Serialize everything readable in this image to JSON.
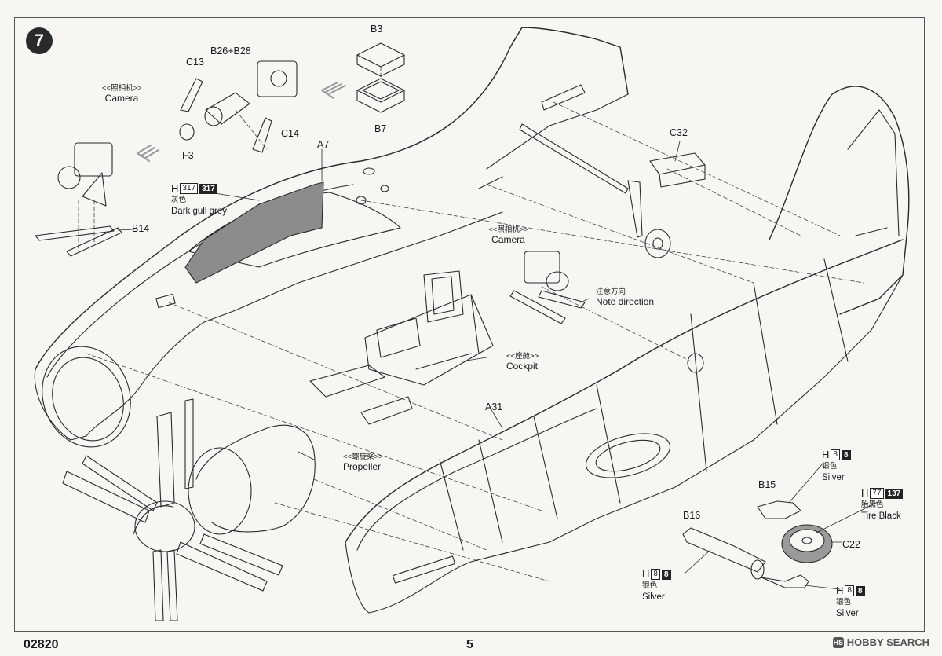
{
  "step": "7",
  "page_number": "5",
  "kit_number": "02820",
  "watermark": "HOBBY SEARCH",
  "parts": {
    "B3": "B3",
    "B7": "B7",
    "B26_B28": "B26+B28",
    "C13": "C13",
    "C14": "C14",
    "F3": "F3",
    "A7": "A7",
    "B14": "B14",
    "C32": "C32",
    "A31": "A31",
    "B15": "B15",
    "B16": "B16",
    "C22": "C22"
  },
  "callouts": {
    "camera_top": {
      "zh": "<<照相机>>",
      "en": "Camera"
    },
    "camera_mid": {
      "zh": "<<照相机>>",
      "en": "Camera"
    },
    "note_direction": {
      "zh": "注意方向",
      "en": "Note direction"
    },
    "cockpit": {
      "zh": "<<座舱>>",
      "en": "Cockpit"
    },
    "propeller": {
      "zh": "<<螺旋桨>>",
      "en": "Propeller"
    }
  },
  "paints": {
    "dark_gull_grey": {
      "h": "H",
      "code1": "317",
      "code2": "317",
      "zh": "灰色",
      "en": "Dark gull grey"
    },
    "silver_top": {
      "h": "H",
      "code1": "8",
      "code2": "8",
      "zh": "银色",
      "en": "Silver"
    },
    "tire_black": {
      "h": "H",
      "code1": "77",
      "code2": "137",
      "zh": "胎黑色",
      "en": "Tire Black"
    },
    "silver_left": {
      "h": "H",
      "code1": "8",
      "code2": "8",
      "zh": "银色",
      "en": "Silver"
    },
    "silver_bottom": {
      "h": "H",
      "code1": "8",
      "code2": "8",
      "zh": "银色",
      "en": "Silver"
    }
  },
  "colors": {
    "line": "#2a2a2a",
    "grey_fill": "#8c8c8c",
    "paper": "#f7f6f2"
  }
}
